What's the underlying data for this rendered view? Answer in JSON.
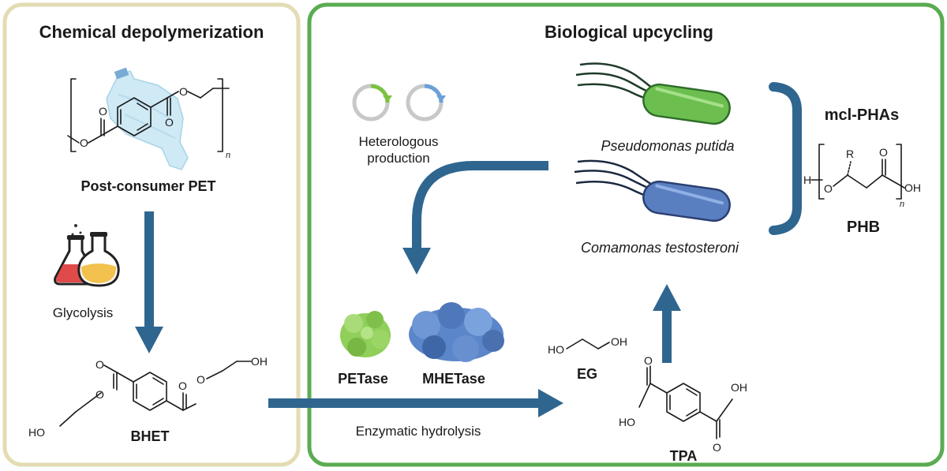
{
  "panels": {
    "chemical": {
      "title": "Chemical depolymerization",
      "border_color": "#e3dcb4"
    },
    "biological": {
      "title": "Biological upcycling",
      "border_color": "#5aac52"
    }
  },
  "labels": {
    "post_consumer_pet": "Post-consumer PET",
    "glycolysis": "Glycolysis",
    "bhet": "BHET",
    "heterologous": "Heterologous",
    "production": "production",
    "pseudomonas": "Pseudomonas putida",
    "comamonas": "Comamonas testosteroni",
    "mcl_phas": "mcl-PHAs",
    "phb": "PHB",
    "petase": "PETase",
    "mhetase": "MHETase",
    "eg": "EG",
    "tpa": "TPA",
    "enzymatic_hydrolysis": "Enzymatic hydrolysis"
  },
  "atoms": {
    "O": "O",
    "OH": "OH",
    "HO": "HO",
    "H": "H",
    "R": "R",
    "n": "n"
  },
  "colors": {
    "arrow": "#2f6690",
    "pseudomonas": "#6cbf4f",
    "comamonas": "#5a7fc0",
    "petase": "#8fcf5a",
    "mhetase": "#5b86c9",
    "cycle_green": "#7cc242",
    "cycle_blue": "#6aa0d8",
    "flask_red": "#e04a4a",
    "flask_yellow": "#f2c14e"
  },
  "icons": [
    "plastic-bottle-icon",
    "lab-flasks-icon",
    "recycle-cycle-icon",
    "bacterium-icon",
    "enzyme-protein-icon"
  ]
}
